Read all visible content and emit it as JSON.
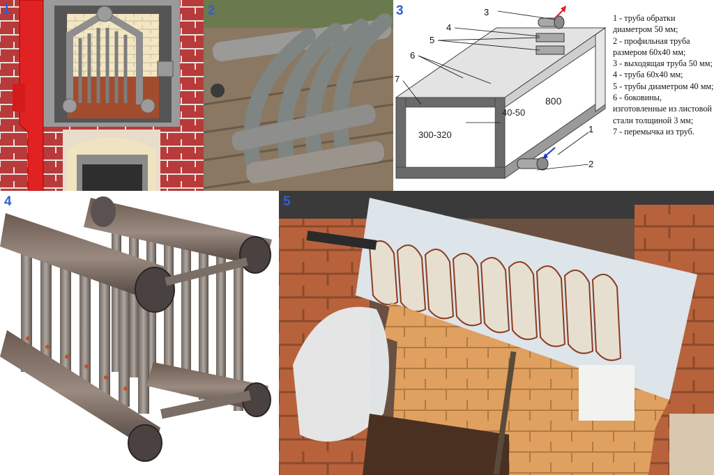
{
  "panels": [
    {
      "number": "1"
    },
    {
      "number": "2"
    },
    {
      "number": "3"
    },
    {
      "number": "4"
    },
    {
      "number": "5"
    }
  ],
  "diagram": {
    "dim_height": "300-320",
    "dim_profile": "40-50",
    "dim_length": "800",
    "callouts": [
      "1",
      "2",
      "3",
      "4",
      "5",
      "6",
      "7"
    ],
    "arrow_colors": {
      "outlet": "#e02020",
      "inlet": "#1a35d0"
    }
  },
  "legend": [
    "1 - труба обратки диаметром 50 мм;",
    "2 - профильная труба размером 60х40 мм;",
    "3 - выходящая труба 50 мм;",
    "4 - труба 60х40 мм;",
    "5 - трубы диаметром 40 мм;",
    "6 - боковины, изготовленные из листовой стали толщиной 3 мм;",
    "7 - перемычка из труб."
  ]
}
